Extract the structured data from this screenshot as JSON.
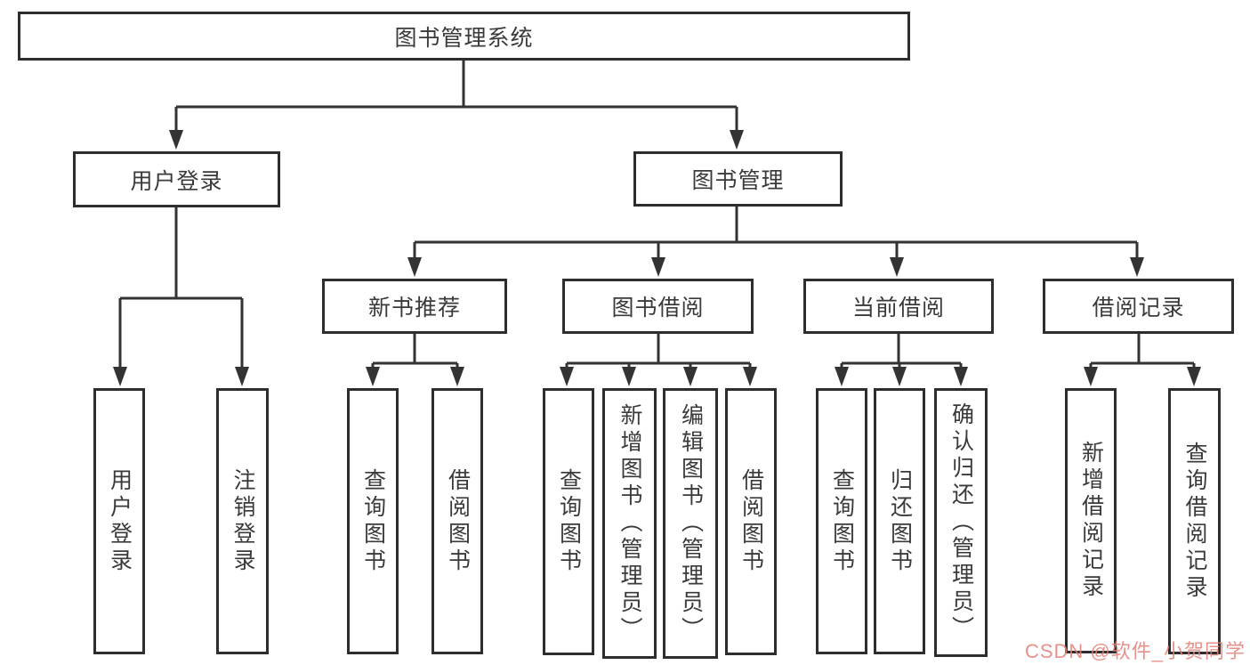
{
  "diagram": {
    "root": {
      "label": "图书管理系统"
    },
    "level2": [
      {
        "label": "用户登录"
      },
      {
        "label": "图书管理"
      }
    ],
    "level3": [
      {
        "label": "新书推荐"
      },
      {
        "label": "图书借阅"
      },
      {
        "label": "当前借阅"
      },
      {
        "label": "借阅记录"
      }
    ],
    "leaves": {
      "login": [
        "用户登录",
        "注销登录"
      ],
      "recommend": [
        "查询图书",
        "借阅图书"
      ],
      "borrow": [
        "查询图书",
        "新增图书（管理员）",
        "编辑图书（管理员）",
        "借阅图书"
      ],
      "current": [
        "查询图书",
        "归还图书",
        "确认归还（管理员）"
      ],
      "records": [
        "新增借阅记录",
        "查询借阅记录"
      ]
    },
    "colors": {
      "line": "#333333",
      "box_border": "#2d2d2d",
      "text": "#3a3a3a",
      "watermark": "#e47e76"
    }
  },
  "watermark": {
    "text": "CSDN @软件_小贺同学"
  }
}
